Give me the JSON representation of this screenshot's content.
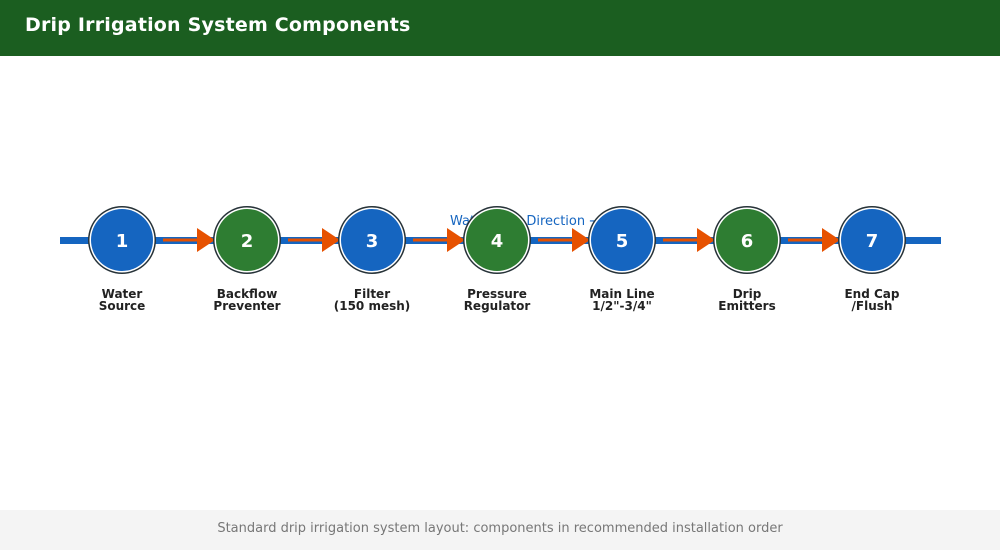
{
  "header": {
    "title": "Drip Irrigation System Components"
  },
  "diagram": {
    "flow_label": "Water Flow Direction →",
    "colors": {
      "header_bg": "#1b5e20",
      "pipe": "#1565c0",
      "flow_arrow": "#e65100",
      "node_blue": "#1565c0",
      "node_green": "#2e7d32",
      "node_outline": "#263238",
      "flow_label": "#1565c0"
    },
    "components": [
      {
        "number": "1",
        "lines": [
          "Water",
          "Source"
        ],
        "color": "blue"
      },
      {
        "number": "2",
        "lines": [
          "Backflow",
          "Preventer"
        ],
        "color": "green"
      },
      {
        "number": "3",
        "lines": [
          "Filter",
          "(150 mesh)"
        ],
        "color": "blue"
      },
      {
        "number": "4",
        "lines": [
          "Pressure",
          "Regulator"
        ],
        "color": "green"
      },
      {
        "number": "5",
        "lines": [
          "Main Line",
          "1/2\"-3/4\""
        ],
        "color": "blue"
      },
      {
        "number": "6",
        "lines": [
          "Drip",
          "Emitters"
        ],
        "color": "green"
      },
      {
        "number": "7",
        "lines": [
          "End Cap",
          "/Flush"
        ],
        "color": "blue"
      }
    ]
  },
  "footer": {
    "caption": "Standard drip irrigation system layout: components in recommended installation order"
  }
}
